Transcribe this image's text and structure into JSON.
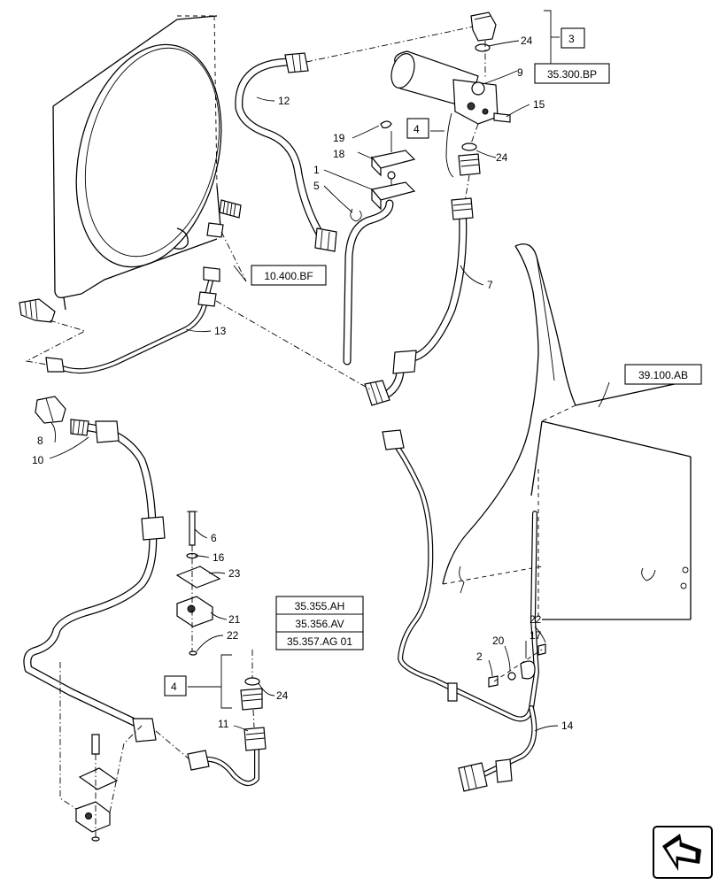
{
  "callouts": [
    {
      "id": "c24a",
      "text": "24"
    },
    {
      "id": "c3",
      "text": "3"
    },
    {
      "id": "c9",
      "text": "9"
    },
    {
      "id": "c15",
      "text": "15"
    },
    {
      "id": "c12",
      "text": "12"
    },
    {
      "id": "c19",
      "text": "19"
    },
    {
      "id": "c18",
      "text": "18"
    },
    {
      "id": "c1",
      "text": "1"
    },
    {
      "id": "c5",
      "text": "5"
    },
    {
      "id": "c4a",
      "text": "4"
    },
    {
      "id": "c24b",
      "text": "24"
    },
    {
      "id": "c7",
      "text": "7"
    },
    {
      "id": "c13",
      "text": "13"
    },
    {
      "id": "c8",
      "text": "8"
    },
    {
      "id": "c10",
      "text": "10"
    },
    {
      "id": "c6",
      "text": "6"
    },
    {
      "id": "c16",
      "text": "16"
    },
    {
      "id": "c23",
      "text": "23"
    },
    {
      "id": "c21",
      "text": "21"
    },
    {
      "id": "c22a",
      "text": "22"
    },
    {
      "id": "c4b",
      "text": "4"
    },
    {
      "id": "c24c",
      "text": "24"
    },
    {
      "id": "c11",
      "text": "11"
    },
    {
      "id": "c22b",
      "text": "22"
    },
    {
      "id": "c17",
      "text": "17"
    },
    {
      "id": "c20",
      "text": "20"
    },
    {
      "id": "c2",
      "text": "2"
    },
    {
      "id": "c14",
      "text": "14"
    }
  ],
  "references": {
    "r_35300bp": "35.300.BP",
    "r_10400bf": "10.400.BF",
    "r_39100ab": "39.100.AB",
    "r_35355ah": "35.355.AH",
    "r_35356av": "35.356.AV",
    "r_35357ag": "35.357.AG 01"
  },
  "nav": {
    "icon": "next-page-arrow-icon"
  }
}
